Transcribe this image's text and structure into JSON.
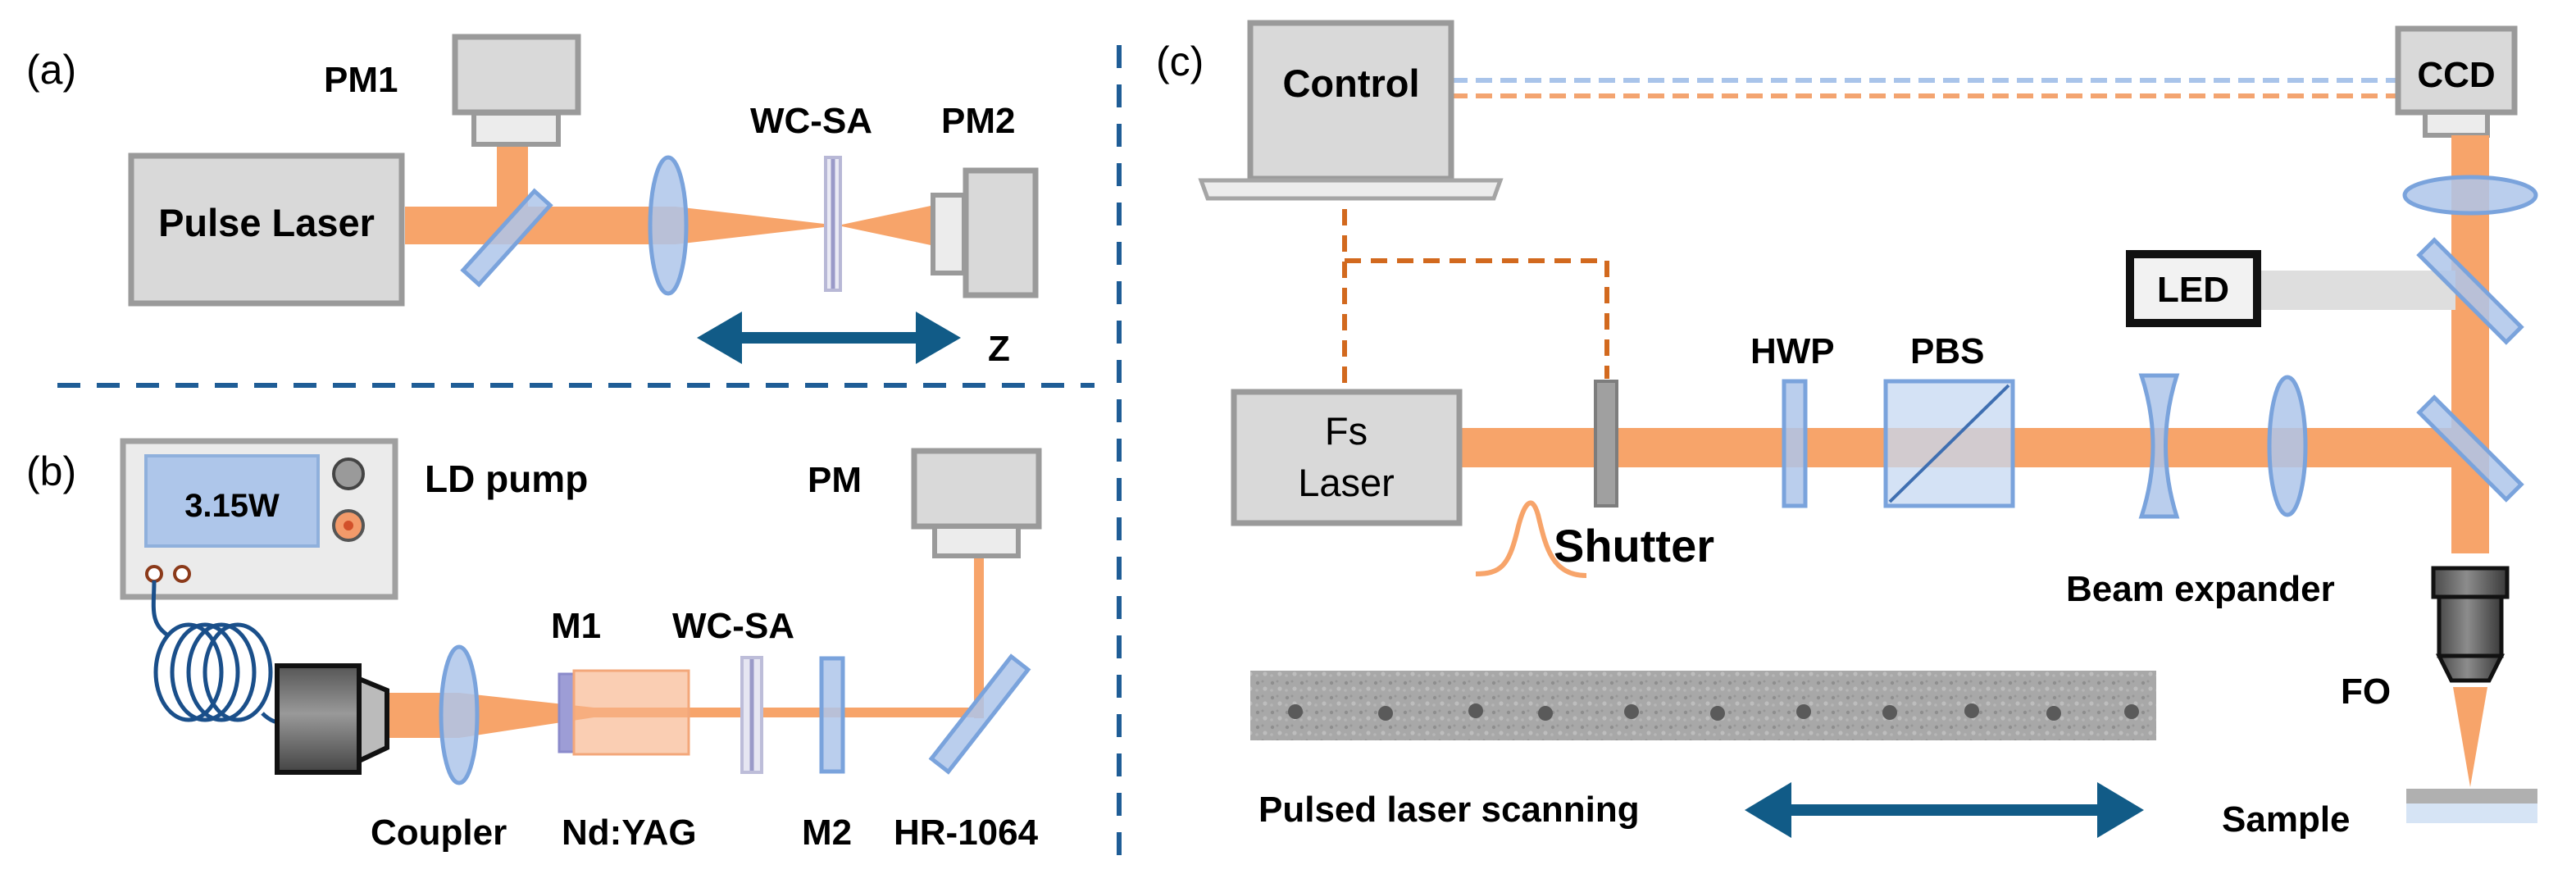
{
  "panel_a": {
    "tag": "(a)",
    "pulse_laser": "Pulse Laser",
    "pm1": "PM1",
    "wc_sa": "WC-SA",
    "pm2": "PM2",
    "z_axis": "Z"
  },
  "panel_b": {
    "tag": "(b)",
    "display_value": "3.15W",
    "ld_pump": "LD pump",
    "pm": "PM",
    "m1": "M1",
    "wc_sa": "WC-SA",
    "coupler": "Coupler",
    "nd_yag": "Nd:YAG",
    "m2": "M2",
    "hr": "HR-1064"
  },
  "panel_c": {
    "tag": "(c)",
    "control": "Control",
    "ccd": "CCD",
    "led": "LED",
    "fs_laser_line1": "Fs",
    "fs_laser_line2": "Laser",
    "shutter": "Shutter",
    "hwp": "HWP",
    "pbs": "PBS",
    "beam_expander": "Beam expander",
    "fo": "FO",
    "sample": "Sample",
    "scanning": "Pulsed laser scanning"
  },
  "colors": {
    "beam": "#f7a46a",
    "optic": "#aec6ea",
    "arrow": "#115b87",
    "divider": "#1f5d96",
    "control_line": "#d2691e",
    "blue_dash": "#a9c4ea"
  }
}
